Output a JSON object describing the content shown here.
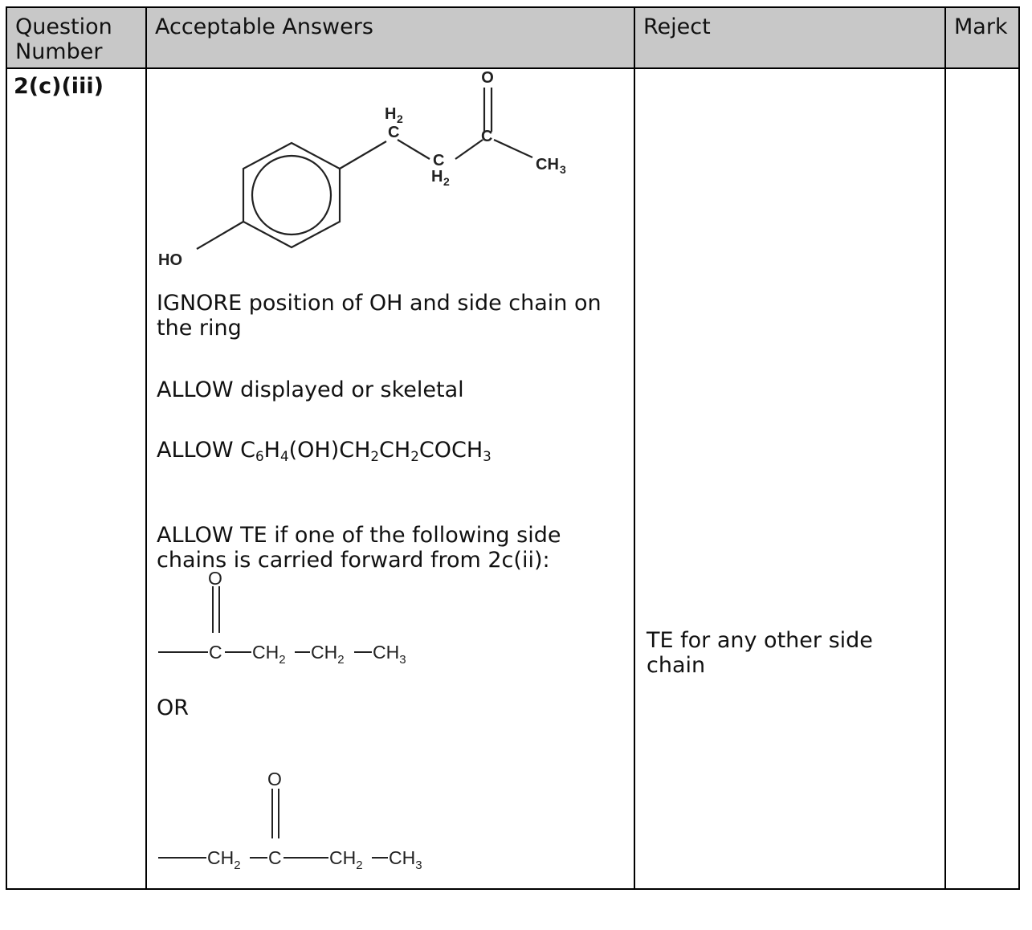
{
  "header": {
    "question_number_line1": "Question",
    "question_number_line2": "Number",
    "acceptable_answers": "Acceptable Answers",
    "reject": "Reject",
    "mark": "Mark"
  },
  "row": {
    "question_number": "2(c)(iii)",
    "structure_labels": {
      "oxygen": "O",
      "ch2_top_h": "H",
      "ch2_top_sub": "2",
      "ch2_top_c": "C",
      "ch2_bottom_c": "C",
      "ch2_bottom_h": "H",
      "ch2_bottom_sub": "2",
      "carbonyl_c": "C",
      "methyl_ch": "CH",
      "methyl_sub": "3",
      "hydroxyl": "HO"
    },
    "ignore_text": "IGNORE position of OH and side chain on the ring",
    "allow_displayed": "ALLOW displayed or skeletal",
    "allow_formula": {
      "prefix": "ALLOW C",
      "s1": "6",
      "t1": "H",
      "s2": "4",
      "t2": "(OH)CH",
      "s3": "2",
      "t3": "CH",
      "s4": "2",
      "t4": "COCH",
      "s5": "3"
    },
    "allow_te": "ALLOW TE if one of the following side chains is carried forward from 2c(ii):",
    "chain1": {
      "o": "O",
      "c": "C",
      "ch": "CH",
      "sub2": "2",
      "ch_b": "CH",
      "sub2_b": "2",
      "ch_c": "CH",
      "sub3": "3"
    },
    "or_text": "OR",
    "chain2": {
      "o": "O",
      "ch_a": "CH",
      "sub2_a": "2",
      "c": "C",
      "ch_b": "CH",
      "sub2_b": "2",
      "ch_c": "CH",
      "sub3": "3"
    },
    "reject_text": "TE for any other side chain",
    "mark": ""
  }
}
